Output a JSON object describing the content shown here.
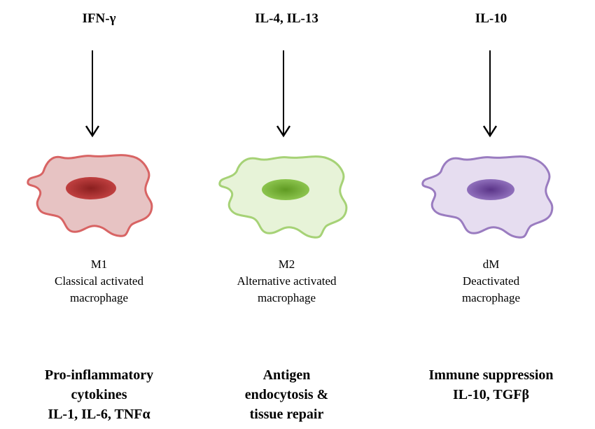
{
  "columns": [
    {
      "id": "m1",
      "stimulus": "IFN-γ",
      "type": "M1",
      "desc1": "Classical activated",
      "desc2": "macrophage",
      "func1": "Pro-inflammatory",
      "func2": "cytokines",
      "func3": "IL-1, IL-6, TNFα",
      "fill": "#e7c3c3",
      "stroke": "#d86464",
      "nucleus": "#b03030"
    },
    {
      "id": "m2",
      "stimulus": "IL-4, IL-13",
      "type": "M2",
      "desc1": "Alternative activated",
      "desc2": "macrophage",
      "func1": "Antigen",
      "func2": "endocytosis &",
      "func3": "tissue repair",
      "fill": "#e7f3d8",
      "stroke": "#a6d276",
      "nucleus": "#7fb83c"
    },
    {
      "id": "dm",
      "stimulus": "IL-10",
      "type": "dM",
      "desc1": "Deactivated",
      "desc2": "macrophage",
      "func1": "Immune suppression",
      "func2": "IL-10, TGFβ",
      "fill": "#e6ddf0",
      "stroke": "#9a7cc0",
      "nucleus": "#7d55a8"
    }
  ]
}
